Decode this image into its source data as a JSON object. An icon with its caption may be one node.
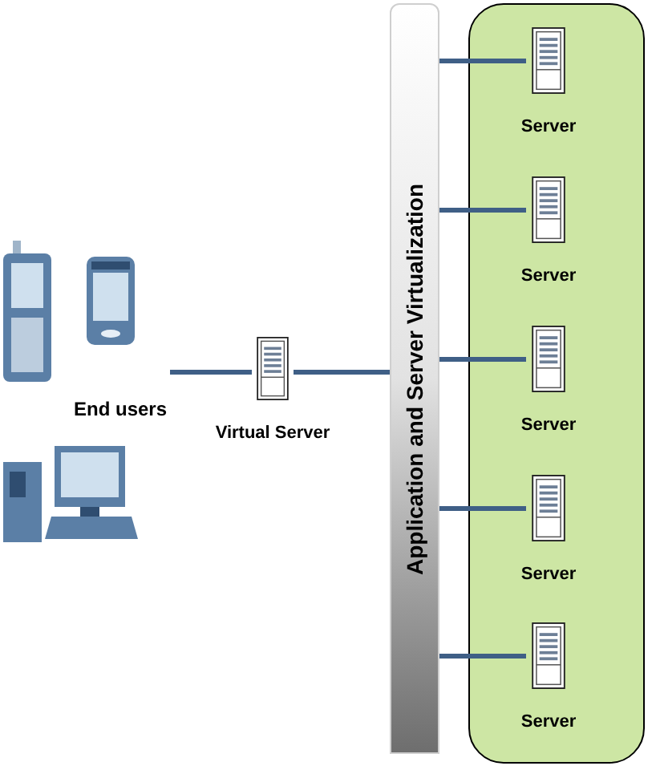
{
  "diagram": {
    "nodes": [
      {
        "text": [
          "End users"
        ]
      },
      {
        "text": [
          "Virtual Server"
        ]
      },
      {
        "text": [
          "Application and Server Virtualization"
        ]
      },
      {
        "text": [],
        "shape": "box"
      },
      {
        "text": [
          "Server"
        ],
        "in": 3
      },
      {
        "text": [
          "Server"
        ],
        "in": 3
      },
      {
        "text": [
          "Server"
        ],
        "in": 3
      },
      {
        "text": [
          "Server"
        ],
        "in": 3
      },
      {
        "text": [
          "Server"
        ],
        "in": 3
      }
    ],
    "edges": [
      {
        "from": 0,
        "to": 1,
        "arrow": "none"
      },
      {
        "from": 1,
        "to": 2,
        "arrow": "none"
      },
      {
        "from": 2,
        "to": 4,
        "arrow": "none"
      },
      {
        "from": 2,
        "to": 5,
        "arrow": "none"
      },
      {
        "from": 2,
        "to": 6,
        "arrow": "none"
      },
      {
        "from": 2,
        "to": 7,
        "arrow": "none"
      },
      {
        "from": 2,
        "to": 8,
        "arrow": "none"
      }
    ]
  }
}
